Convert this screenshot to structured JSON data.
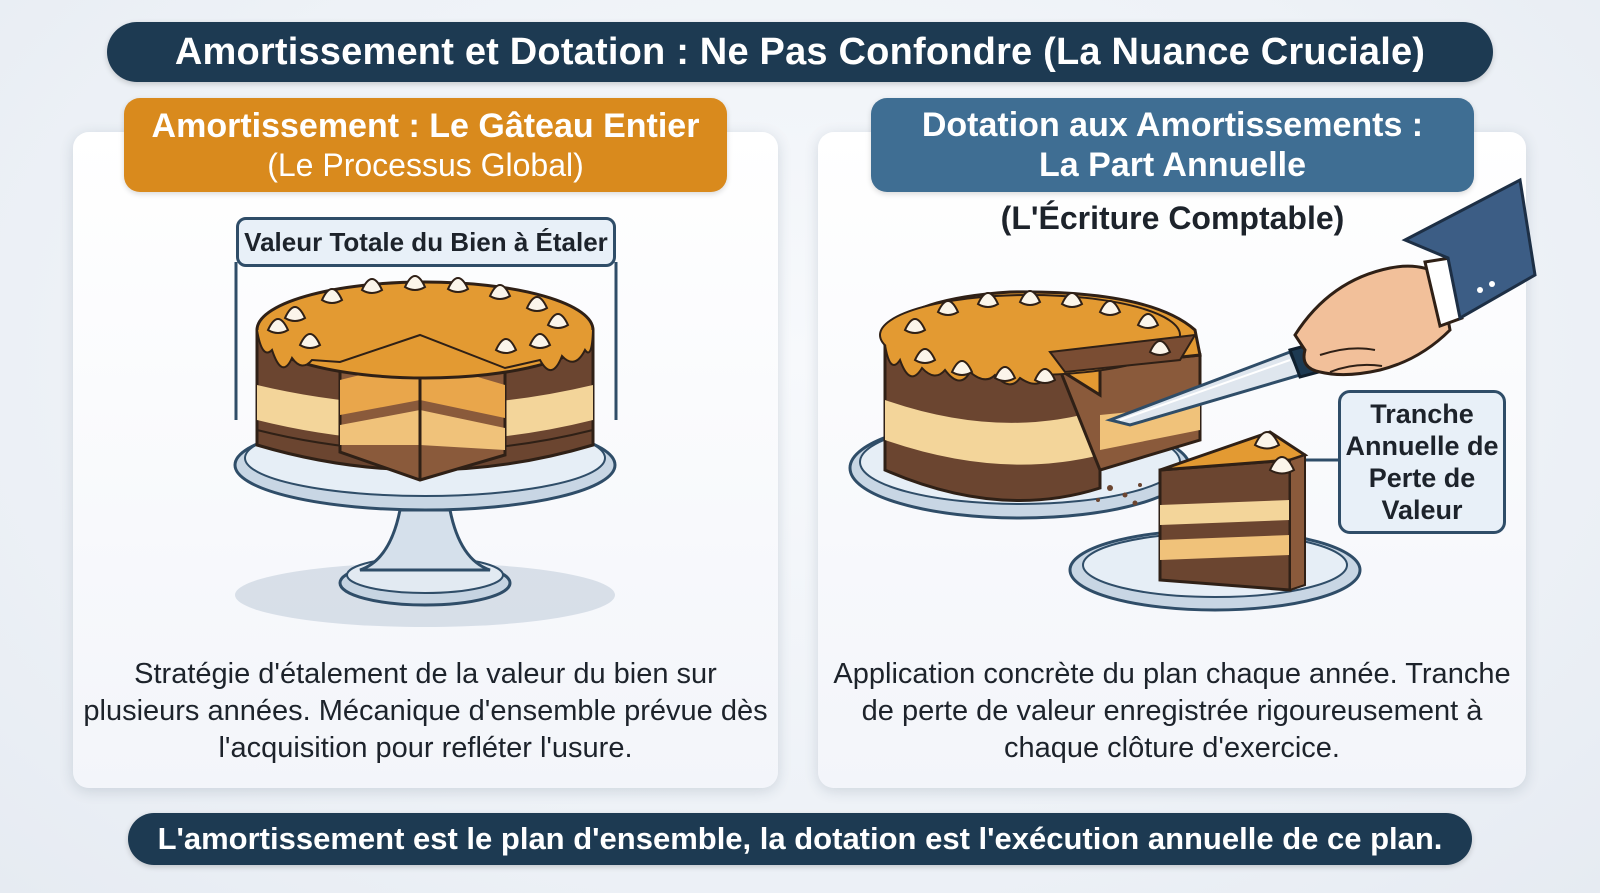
{
  "title": "Amortissement et Dotation : Ne Pas Confondre (La Nuance Cruciale)",
  "left": {
    "header_title": "Amortissement : Le Gâteau Entier",
    "header_sub": "(Le Processus Global)",
    "label": "Valeur Totale du Bien à Étaler",
    "description": "Stratégie d'étalement de la valeur du bien sur plusieurs années. Mécanique d'ensemble prévue dès l'acquisition pour refléter l'usure.",
    "icon": "whole-cake-on-stand-icon"
  },
  "right": {
    "header_title": "Dotation aux Amortissements :",
    "header_title_2": "La Part Annuelle",
    "sub": "(L'Écriture Comptable)",
    "label": "Tranche Annuelle de Perte de Valeur",
    "description": "Application concrète du plan chaque année. Tranche de perte de valeur enregistrée rigoureusement à chaque clôture d'exercice.",
    "icon": "cake-slice-with-knife-icon"
  },
  "footer": "L'amortissement est le plan d'ensemble, la dotation est l'exécution annuelle de ce plan.",
  "colors": {
    "navy": "#1d3a52",
    "orange": "#d98a1d",
    "blue": "#3f6e93",
    "caramel": "#e39a32",
    "chocolate": "#6b4530",
    "sponge": "#f3d59a"
  }
}
